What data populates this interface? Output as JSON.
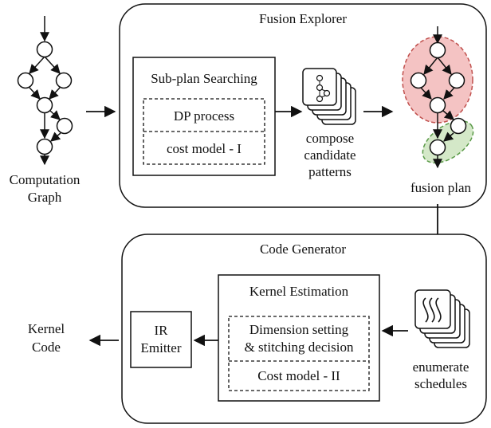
{
  "fusion_explorer": {
    "title": "Fusion Explorer",
    "subplan_title": "Sub-plan Searching",
    "dp_process": "DP process",
    "cost_model_1": "cost model - I",
    "compose_line1": "compose",
    "compose_line2": "candidate",
    "compose_line3": "patterns",
    "fusion_plan": "fusion plan"
  },
  "computation_graph": {
    "line1": "Computation",
    "line2": "Graph"
  },
  "code_generator": {
    "title": "Code Generator",
    "kernel_estimation": "Kernel Estimation",
    "dimension_line1": "Dimension setting",
    "dimension_line2": "& stitching decision",
    "cost_model_2": "Cost model - II",
    "ir_line1": "IR",
    "ir_line2": "Emitter",
    "enumerate_line1": "enumerate",
    "enumerate_line2": "schedules"
  },
  "kernel_code": {
    "line1": "Kernel",
    "line2": "Code"
  },
  "colors": {
    "fusion_group_red": "#f4c3c3",
    "fusion_group_green": "#d4e8c8",
    "stroke": "#111111"
  }
}
